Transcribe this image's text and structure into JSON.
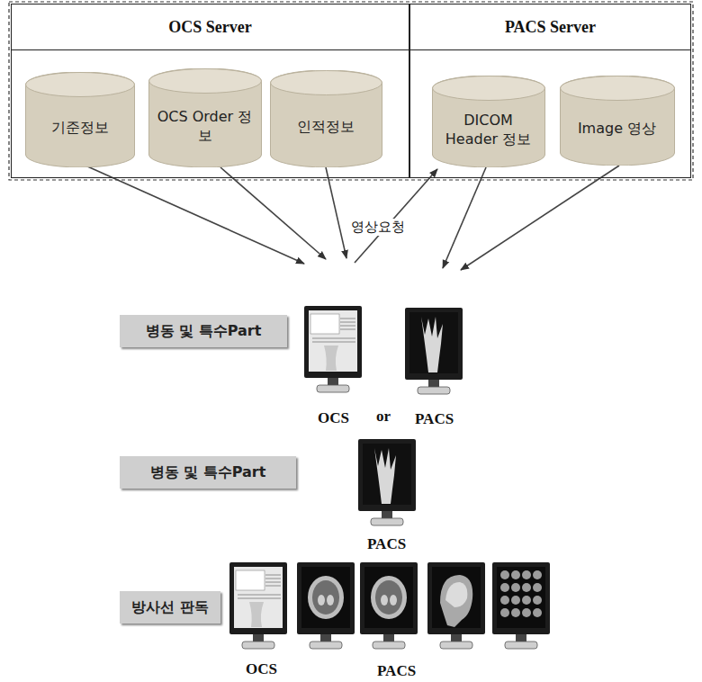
{
  "diagram": {
    "nodes": [
      {
        "text": [
          "OCS Server"
        ]
      },
      {
        "text": [
          "기준정보"
        ],
        "in": 0
      },
      {
        "text": [
          "OCS Order 정보"
        ],
        "in": 0
      },
      {
        "text": [
          "인적정보"
        ],
        "in": 0
      },
      {
        "text": [
          "PACS Server"
        ]
      },
      {
        "text": [
          "DICOM Header 정보"
        ],
        "in": 4
      },
      {
        "text": [
          "Image 영상"
        ],
        "in": 4
      },
      {
        "text": [
          "병동 및 특수Part"
        ]
      },
      {
        "text": [
          "병동 및 특수Part"
        ]
      },
      {
        "text": [
          "방사선 판독"
        ]
      }
    ],
    "labels": [
      "영상요청",
      "OCS",
      "or",
      "PACS",
      "PACS",
      "OCS",
      "PACS"
    ]
  }
}
